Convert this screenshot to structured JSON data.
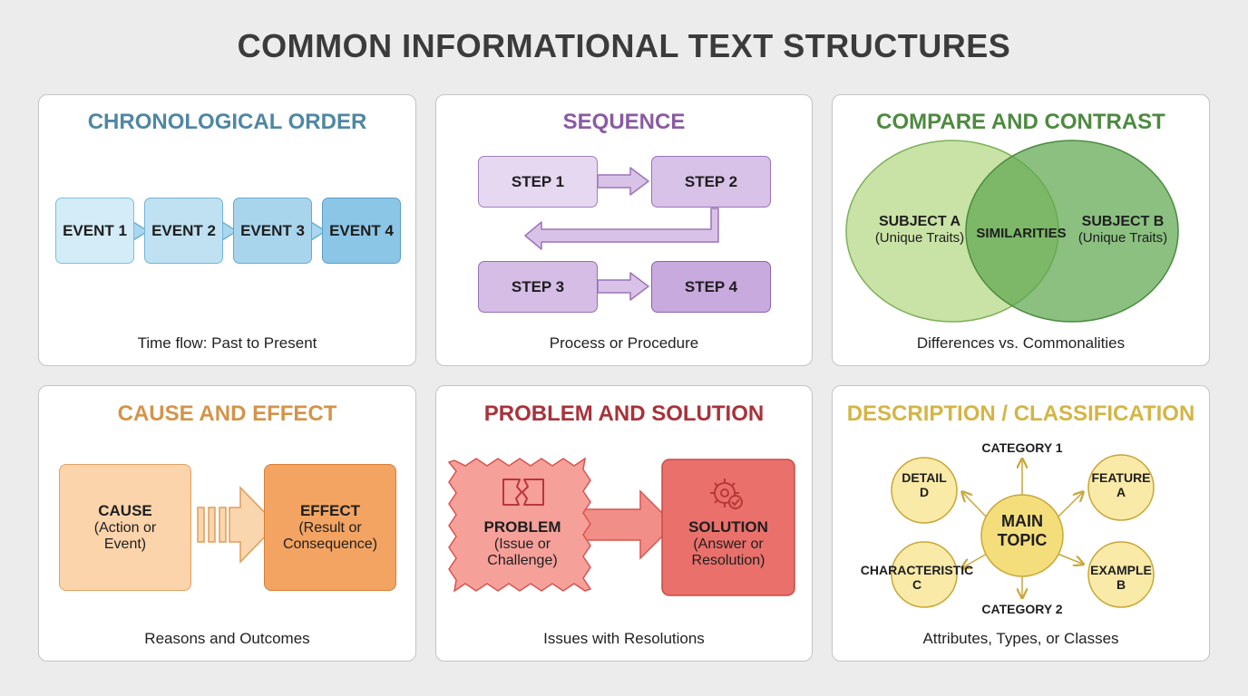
{
  "title": "COMMON INFORMATIONAL TEXT STRUCTURES",
  "colors": {
    "chronological": "#4f87a3",
    "sequence": "#8a5aa2",
    "compare": "#4d8a40",
    "cause": "#d3944a",
    "problem": "#a8323a",
    "description": "#d4b545"
  },
  "chronological": {
    "title": "CHRONOLOGICAL ORDER",
    "events": [
      "EVENT 1",
      "EVENT 2",
      "EVENT 3",
      "EVENT 4"
    ],
    "caption": "Time flow: Past to Present"
  },
  "sequence": {
    "title": "SEQUENCE",
    "steps": [
      "STEP 1",
      "STEP 2",
      "STEP 3",
      "STEP 4"
    ],
    "caption": "Process or Procedure"
  },
  "compare": {
    "title": "COMPARE AND CONTRAST",
    "subject_a": "SUBJECT A",
    "subject_a_note": "(Unique Traits)",
    "subject_b": "SUBJECT B",
    "subject_b_note": "(Unique Traits)",
    "similarities": "SIMILARITIES",
    "caption": "Differences vs. Commonalities"
  },
  "cause": {
    "title": "CAUSE AND EFFECT",
    "cause_label": "CAUSE",
    "cause_note_1": "(Action or",
    "cause_note_2": "Event)",
    "effect_label": "EFFECT",
    "effect_note_1": "(Result or",
    "effect_note_2": "Consequence)",
    "caption": "Reasons and Outcomes"
  },
  "problem": {
    "title": "PROBLEM AND SOLUTION",
    "problem_label": "PROBLEM",
    "problem_note_1": "(Issue or",
    "problem_note_2": "Challenge)",
    "solution_label": "SOLUTION",
    "solution_note_1": "(Answer or",
    "solution_note_2": "Resolution)",
    "problem_icon": "broken-puzzle-icon",
    "solution_icon": "gear-check-icon",
    "caption": "Issues with Resolutions"
  },
  "description": {
    "title": "DESCRIPTION / CLASSIFICATION",
    "main_1": "MAIN",
    "main_2": "TOPIC",
    "category_1": "CATEGORY 1",
    "category_2": "CATEGORY 2",
    "detail_1": "DETAIL",
    "detail_2": "D",
    "feature_1": "FEATURE",
    "feature_2": "A",
    "characteristic_1": "CHARACTERISTIC",
    "characteristic_2": "C",
    "example_1": "EXAMPLE",
    "example_2": "B",
    "caption": "Attributes, Types, or Classes"
  }
}
